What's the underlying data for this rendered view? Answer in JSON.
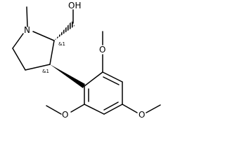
{
  "structure": {
    "atoms": {
      "n": "N",
      "oh": "OH",
      "o_top": "O",
      "o_right": "O",
      "o_left": "O"
    },
    "stereo_labels": {
      "c2": "&1",
      "c3": "&1"
    }
  }
}
